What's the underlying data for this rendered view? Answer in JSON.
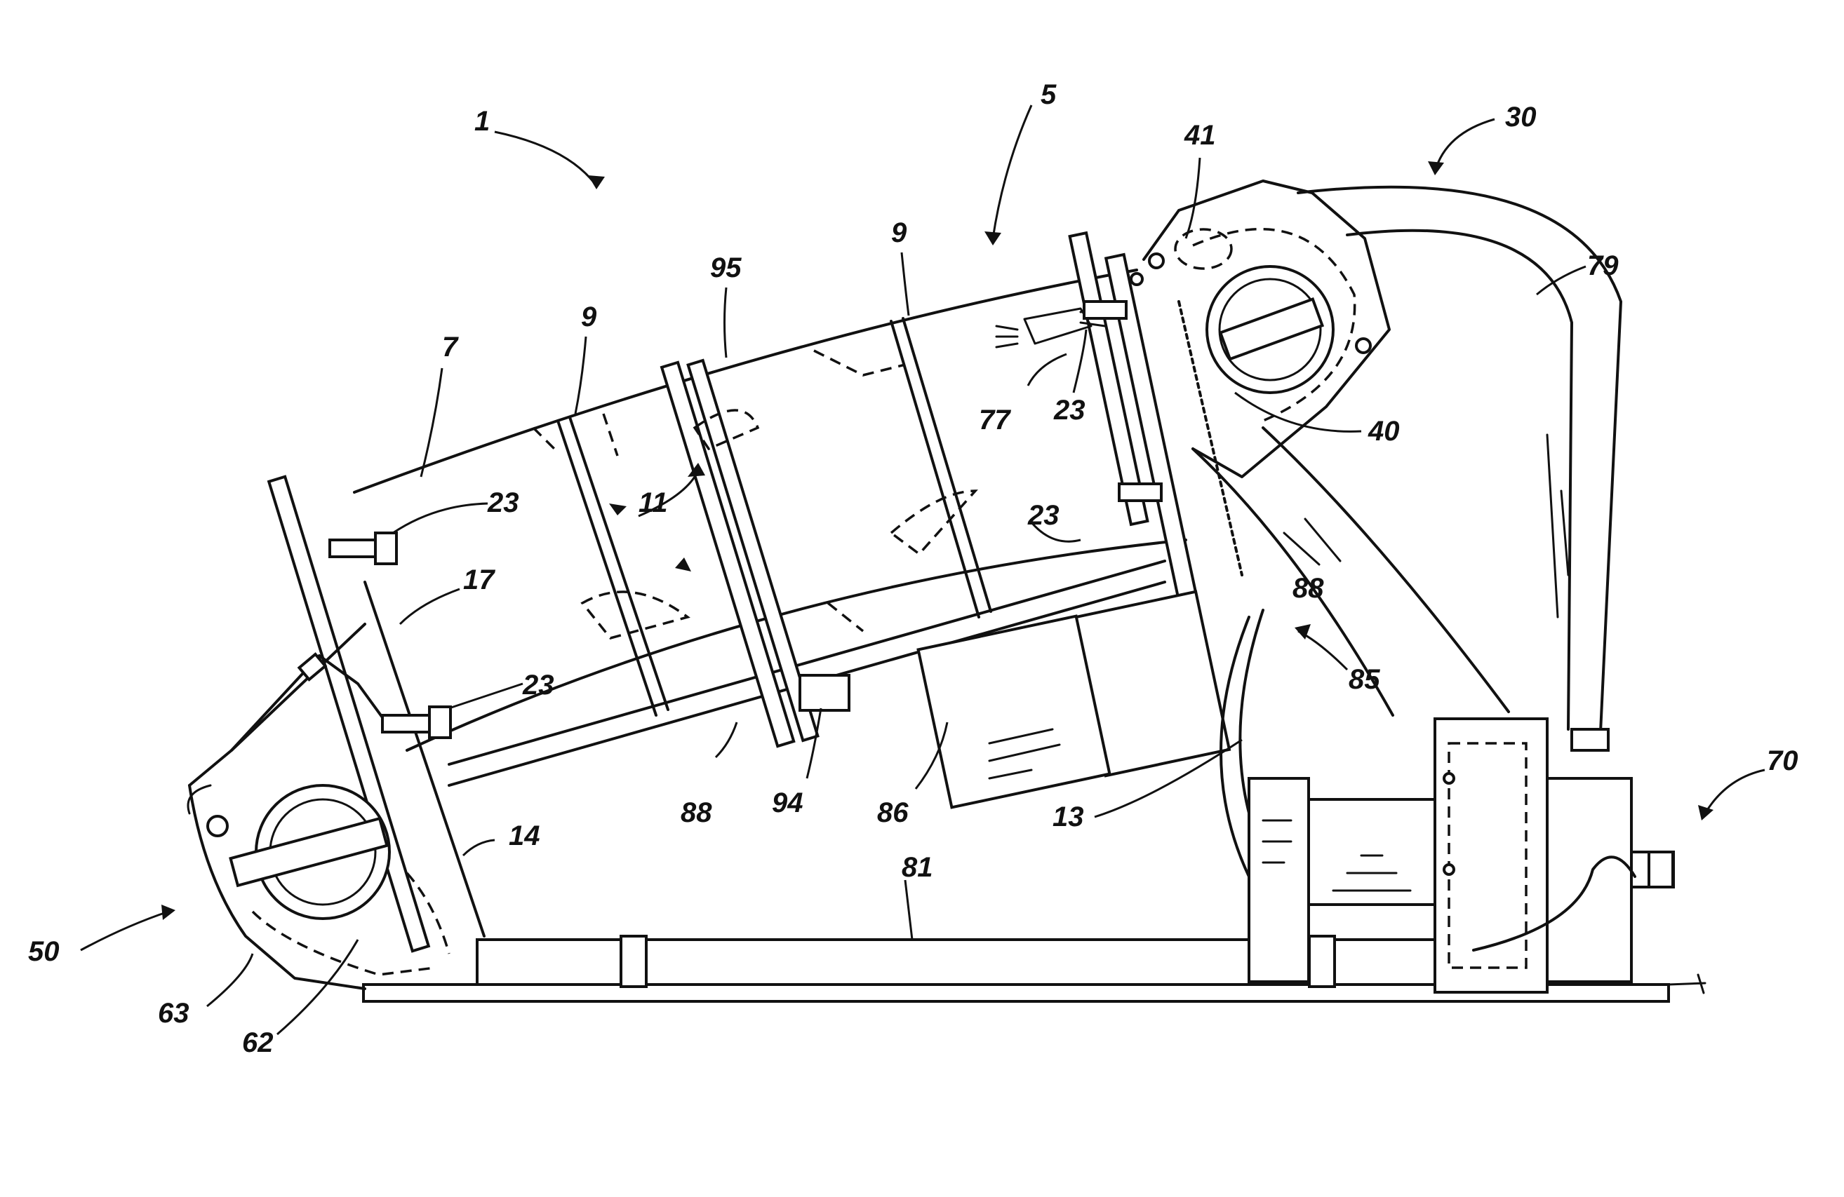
{
  "figure": {
    "reference_numerals": [
      {
        "id": "r1",
        "text": "1"
      },
      {
        "id": "r5",
        "text": "5"
      },
      {
        "id": "r30",
        "text": "30"
      },
      {
        "id": "r41",
        "text": "41"
      },
      {
        "id": "r79",
        "text": "79"
      },
      {
        "id": "r95",
        "text": "95"
      },
      {
        "id": "r9a",
        "text": "9"
      },
      {
        "id": "r9b",
        "text": "9"
      },
      {
        "id": "r7",
        "text": "7"
      },
      {
        "id": "r77",
        "text": "77"
      },
      {
        "id": "r23a",
        "text": "23"
      },
      {
        "id": "r40",
        "text": "40"
      },
      {
        "id": "r23b",
        "text": "23"
      },
      {
        "id": "r11",
        "text": "11"
      },
      {
        "id": "r23c",
        "text": "23"
      },
      {
        "id": "r88a",
        "text": "88"
      },
      {
        "id": "r17",
        "text": "17"
      },
      {
        "id": "r85",
        "text": "85"
      },
      {
        "id": "r23d",
        "text": "23"
      },
      {
        "id": "r70",
        "text": "70"
      },
      {
        "id": "r88b",
        "text": "88"
      },
      {
        "id": "r94",
        "text": "94"
      },
      {
        "id": "r86",
        "text": "86"
      },
      {
        "id": "r13",
        "text": "13"
      },
      {
        "id": "r14",
        "text": "14"
      },
      {
        "id": "r81",
        "text": "81"
      },
      {
        "id": "r50",
        "text": "50"
      },
      {
        "id": "r63",
        "text": "63"
      },
      {
        "id": "r62",
        "text": "62"
      }
    ]
  }
}
